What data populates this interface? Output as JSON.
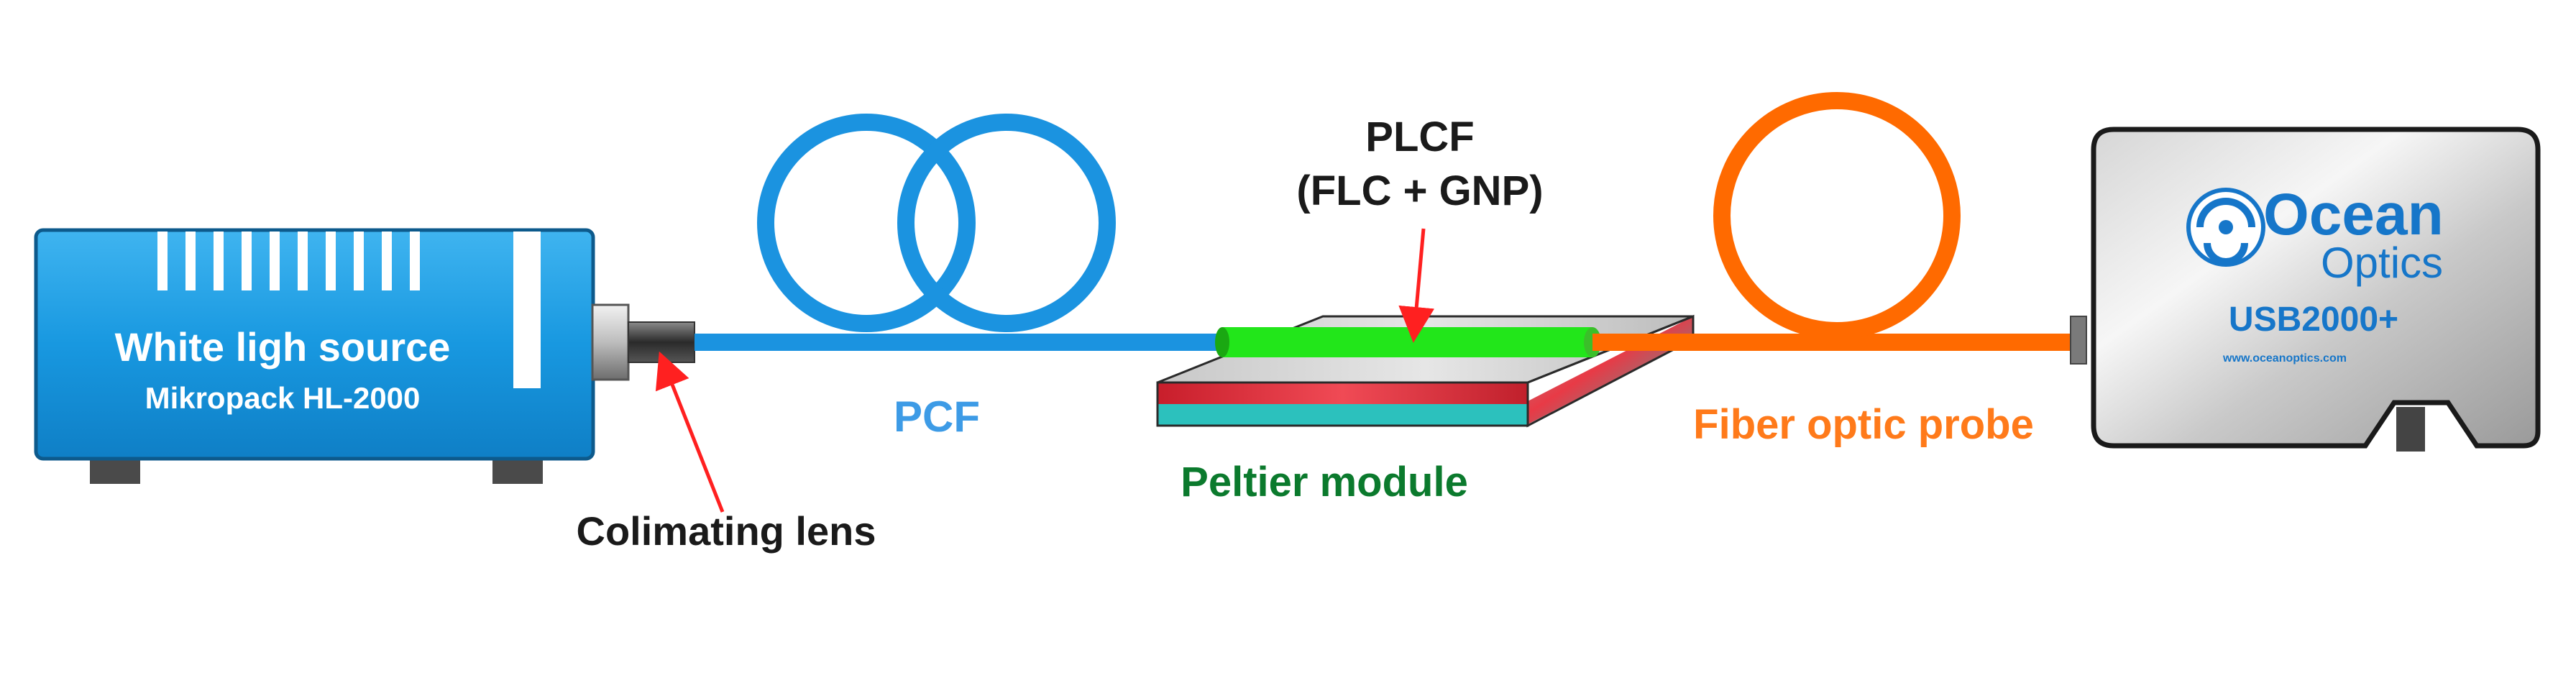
{
  "source": {
    "title": "White ligh source",
    "model": "Mikropack HL-2000"
  },
  "labels": {
    "collimating_lens": "Colimating lens",
    "pcf": "PCF",
    "plcf_line1": "PLCF",
    "plcf_line2": "(FLC + GNP)",
    "peltier": "Peltier module",
    "probe": "Fiber optic probe"
  },
  "spectrometer": {
    "brand_line1": "Ocean",
    "brand_line2": "Optics",
    "model": "USB2000+",
    "website": "www.oceanoptics.com"
  },
  "colors": {
    "source_blue": "#1a9be3",
    "pcf_blue": "#1b93e0",
    "plcf_green": "#22e61a",
    "probe_orange": "#ff6a00",
    "pcf_label": "#3d9be6",
    "peltier_label": "#0b7a2d",
    "probe_label": "#ff7a1a",
    "arrow_red": "#ff2020",
    "ocean_blue": "#1676c9"
  }
}
